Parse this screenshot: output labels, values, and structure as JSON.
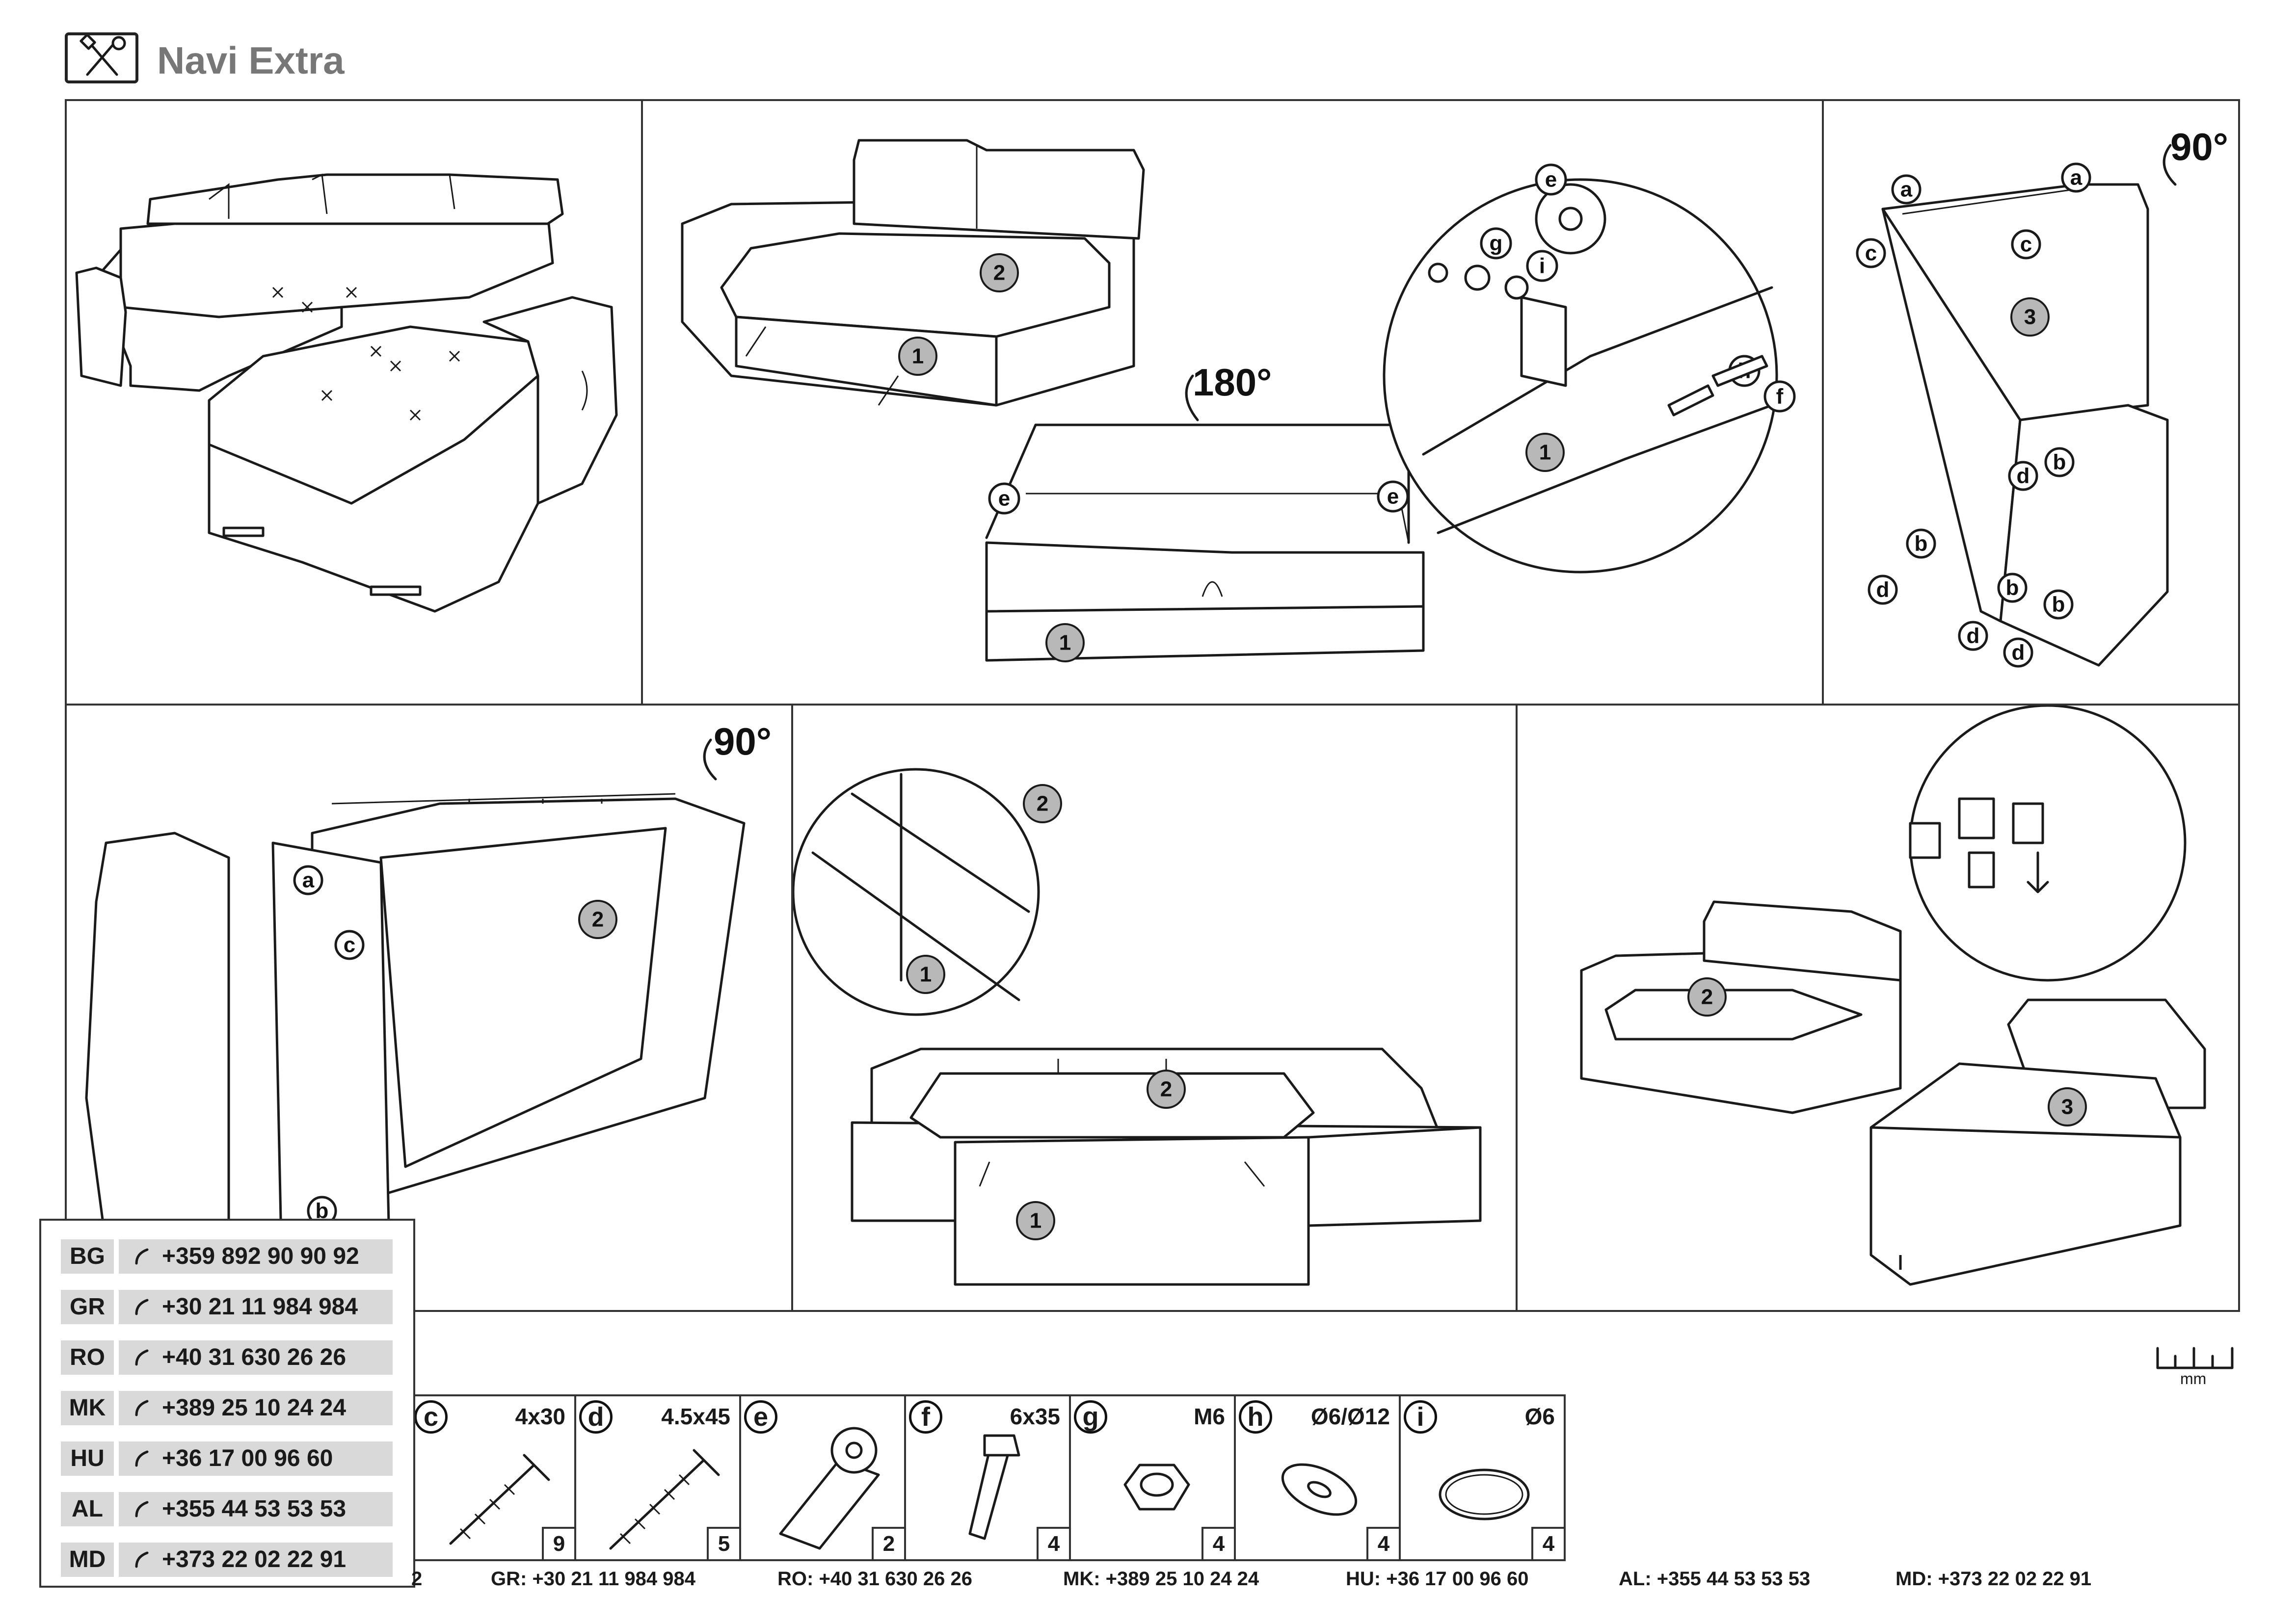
{
  "header": {
    "title": "Navi Extra",
    "icon": "tools-icon"
  },
  "rotations": {
    "r180": "180°",
    "r90_a": "90°",
    "r90_b": "90°"
  },
  "part_numbers": {
    "p1": "1",
    "p2": "2",
    "p3": "3"
  },
  "hardware_letters": {
    "a": "a",
    "b": "b",
    "c": "c",
    "d": "d",
    "e": "e",
    "f": "f",
    "g": "g",
    "h": "h",
    "i": "i"
  },
  "parts": [
    {
      "letter": "c",
      "size": "4x30",
      "qty": "9",
      "icon": "screw-icon"
    },
    {
      "letter": "d",
      "size": "4.5x45",
      "qty": "5",
      "icon": "screw-icon"
    },
    {
      "letter": "e",
      "size": "",
      "qty": "2",
      "icon": "wheel-bracket-icon"
    },
    {
      "letter": "f",
      "size": "6x35",
      "qty": "4",
      "icon": "bolt-icon"
    },
    {
      "letter": "g",
      "size": "M6",
      "qty": "4",
      "icon": "nut-icon"
    },
    {
      "letter": "h",
      "size": "Ø6/Ø12",
      "qty": "4",
      "icon": "washer-icon"
    },
    {
      "letter": "i",
      "size": "Ø6",
      "qty": "4",
      "icon": "split-ring-icon"
    }
  ],
  "contacts": [
    {
      "code": "BG",
      "number": "+359 892 90 90 92"
    },
    {
      "code": "GR",
      "number": "+30 21 11 984 984"
    },
    {
      "code": "RO",
      "number": "+40 31 630 26 26"
    },
    {
      "code": "MK",
      "number": "+389 25 10 24 24"
    },
    {
      "code": "HU",
      "number": "+36 17 00 96 60"
    },
    {
      "code": "AL",
      "number": "+355 44 53 53 53"
    },
    {
      "code": "MD",
      "number": "+373 22 02 22 91"
    }
  ],
  "footer": [
    {
      "code": "2",
      "number": ""
    },
    {
      "code": "GR:",
      "number": " +30 21 11 984 984"
    },
    {
      "code": "RO:",
      "number": " +40 31 630 26 26"
    },
    {
      "code": "MK:",
      "number": " +389 25 10 24 24"
    },
    {
      "code": "HU:",
      "number": " +36 17 00 96 60"
    },
    {
      "code": "AL:",
      "number": " +355 44 53 53 53"
    },
    {
      "code": "MD:",
      "number": " +373 22 02 22 91"
    }
  ],
  "ruler": {
    "unit": "mm"
  }
}
